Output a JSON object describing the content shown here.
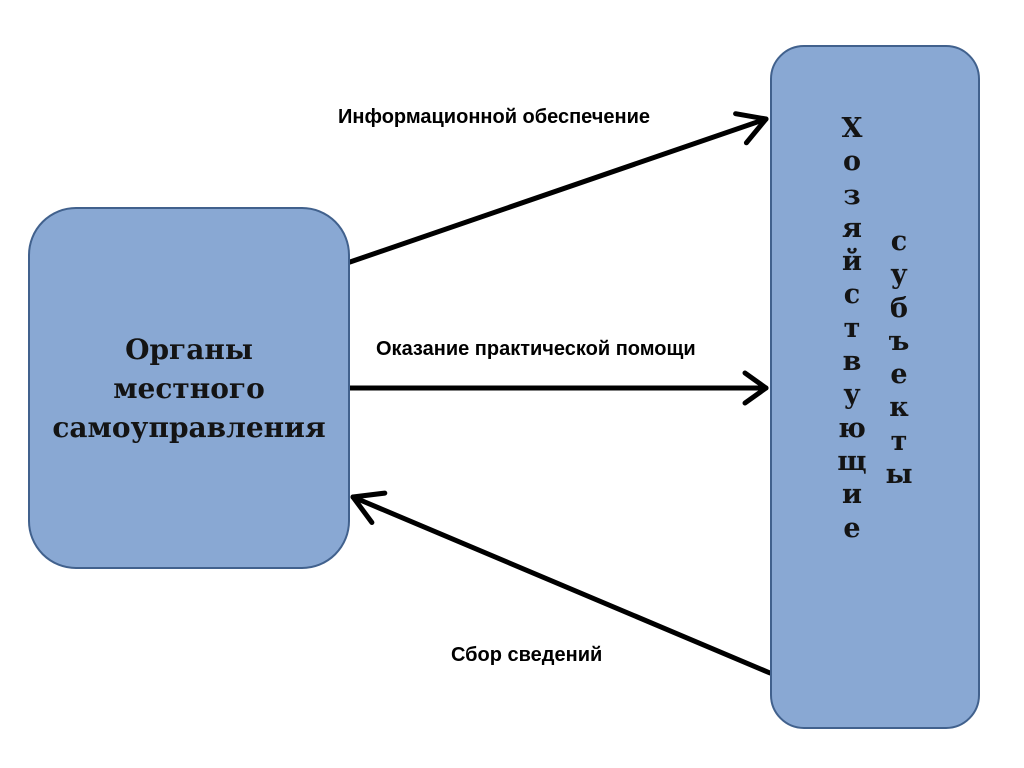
{
  "left_box": {
    "lines": [
      "Органы",
      "местного",
      "самоуправления"
    ]
  },
  "right_box": {
    "column1": [
      "Х",
      "о",
      "з",
      "я",
      "й",
      "с",
      "т",
      "в",
      "у",
      "ю",
      "щ",
      "и",
      "е"
    ],
    "column2": [
      "с",
      "у",
      "б",
      "ъ",
      "е",
      "к",
      "т",
      "ы"
    ]
  },
  "arrows": {
    "top_label": "Информационной обеспечение",
    "middle_label": "Оказание практической помощи",
    "bottom_label": "Сбор сведений"
  },
  "colors": {
    "box_fill": "#89a8d3",
    "box_border": "#41618d",
    "arrow": "#000000"
  }
}
